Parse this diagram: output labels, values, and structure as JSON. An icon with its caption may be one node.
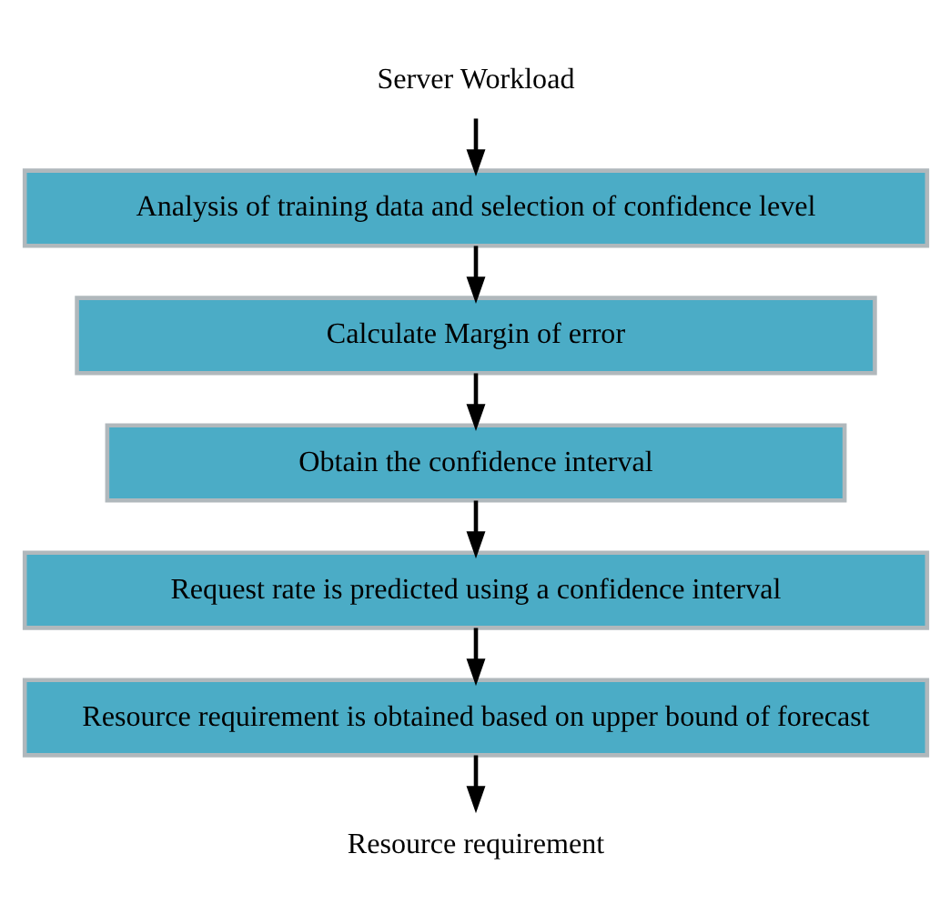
{
  "diagram": {
    "nodes": [
      {
        "text": [
          "Server Workload"
        ]
      },
      {
        "text": [
          "Analysis of training data and selection of confidence level"
        ]
      },
      {
        "text": [
          "Calculate Margin of error"
        ]
      },
      {
        "text": [
          "Obtain the confidence interval"
        ]
      },
      {
        "text": [
          "Request rate is predicted using a confidence interval"
        ]
      },
      {
        "text": [
          "Resource requirement is obtained based on upper bound of forecast"
        ]
      },
      {
        "text": [
          "Resource requirement"
        ]
      }
    ],
    "edges": [
      {
        "from": 0,
        "to": 1,
        "arrow": "to"
      },
      {
        "from": 1,
        "to": 2,
        "arrow": "to"
      },
      {
        "from": 2,
        "to": 3,
        "arrow": "to"
      },
      {
        "from": 3,
        "to": 4,
        "arrow": "to"
      },
      {
        "from": 4,
        "to": 5,
        "arrow": "to"
      },
      {
        "from": 5,
        "to": 6,
        "arrow": "to"
      }
    ]
  }
}
